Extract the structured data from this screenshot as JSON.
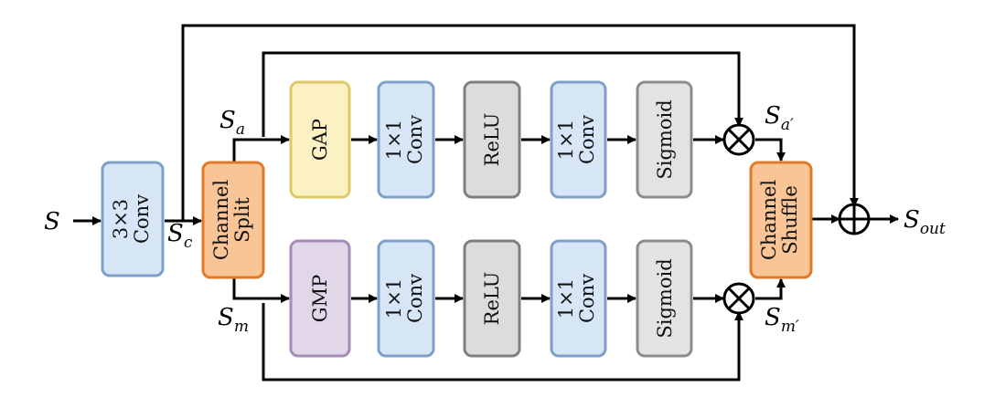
{
  "colors": {
    "conv": {
      "fill": "#d7e6f7",
      "stroke": "#7f9fc8"
    },
    "split": {
      "fill": "#f9c597",
      "stroke": "#e0792a"
    },
    "gap": {
      "fill": "#fbf1c2",
      "stroke": "#ddc968"
    },
    "gmp": {
      "fill": "#e2d6e9",
      "stroke": "#a58cb6"
    },
    "relu": {
      "fill": "#dcdcdc",
      "stroke": "#7f7f7f"
    },
    "sigmoid": {
      "fill": "#e3e3e3",
      "stroke": "#8c8c8c"
    }
  },
  "inputs": {
    "s": "S",
    "s_c": {
      "base": "S",
      "sub": "c"
    },
    "s_a": {
      "base": "S",
      "sub": "a"
    },
    "s_m": {
      "base": "S",
      "sub": "m"
    },
    "s_a_prime": {
      "base": "S",
      "sub": "a′"
    },
    "s_m_prime": {
      "base": "S",
      "sub": "m′"
    },
    "s_out": {
      "base": "S",
      "sub": "out"
    }
  },
  "blocks": {
    "conv3": [
      "3×3",
      "Conv"
    ],
    "channel_split": [
      "Channel",
      "Split"
    ],
    "gap": "GAP",
    "gmp": "GMP",
    "conv1_top_a": [
      "1×1",
      "Conv"
    ],
    "relu_top": "ReLU",
    "conv1_top_b": [
      "1×1",
      "Conv"
    ],
    "sigmoid_top": "Sigmoid",
    "conv1_bot_a": [
      "1×1",
      "Conv"
    ],
    "relu_bot": "ReLU",
    "conv1_bot_b": [
      "1×1",
      "Conv"
    ],
    "sigmoid_bot": "Sigmoid",
    "channel_shuffle": [
      "Channel",
      "Shuffle"
    ]
  },
  "operators": {
    "multiply": "⊗",
    "add": "⊕"
  }
}
